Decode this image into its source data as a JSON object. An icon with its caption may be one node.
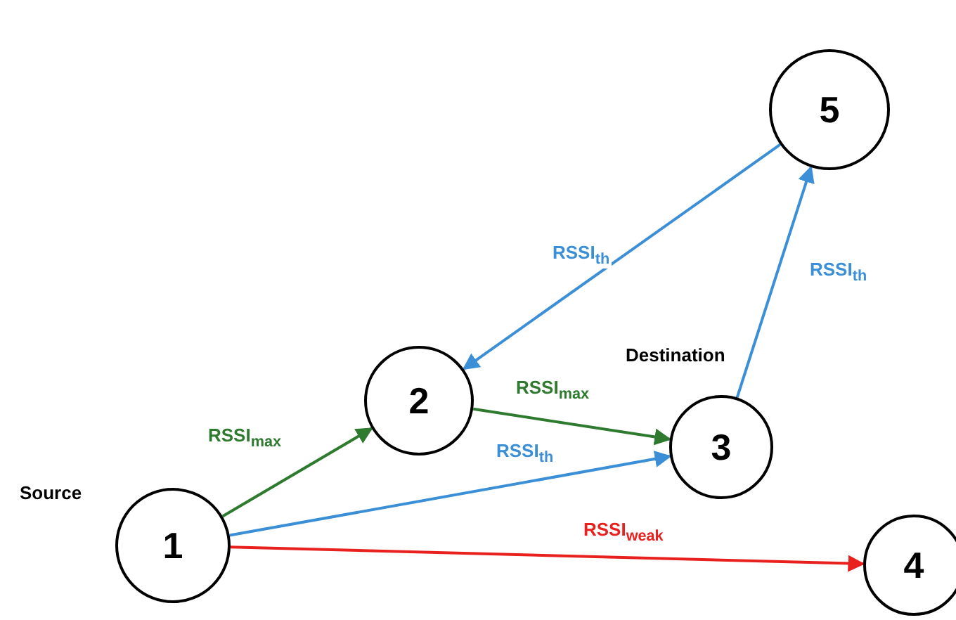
{
  "diagram": {
    "nodes": [
      {
        "text": [
          "1"
        ],
        "beside": [
          "Source"
        ]
      },
      {
        "text": [
          "2"
        ]
      },
      {
        "text": [
          "3"
        ],
        "beside": [
          "Destination"
        ]
      },
      {
        "text": [
          "4"
        ]
      },
      {
        "text": [
          "5"
        ]
      }
    ],
    "edges": [
      {
        "from": 0,
        "to": 1,
        "arrow": "to",
        "label": "RSSI$_{max}$",
        "color": "#2e7a2e"
      },
      {
        "from": 1,
        "to": 2,
        "arrow": "to",
        "label": "RSSI$_{max}$",
        "color": "#2e7a2e"
      },
      {
        "from": 0,
        "to": 2,
        "arrow": "to",
        "label": "RSSI$_{th}$"
      },
      {
        "from": 0,
        "to": 3,
        "arrow": "to",
        "label": "RSSI$_{weak}$",
        "color": "#e8201e"
      },
      {
        "from": 2,
        "to": 4,
        "arrow": "to",
        "label": "RSSI$_{th}$"
      },
      {
        "from": 4,
        "to": 1,
        "arrow": "to",
        "label": "RSSI$_{th}$"
      }
    ]
  }
}
